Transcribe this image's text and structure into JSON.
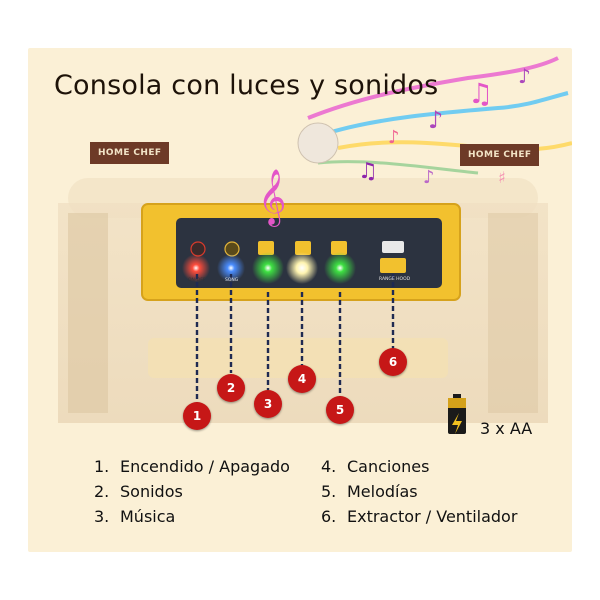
{
  "title": "Consola con luces y sonidos",
  "brand_left": "HOME CHEF",
  "brand_right": "HOME CHEF",
  "battery_label": "3 x AA",
  "console": {
    "on_off_label": "ON-OFF",
    "song_label": "SONG",
    "range_hood_label": "RANGE HOOD"
  },
  "markers": [
    "1",
    "2",
    "3",
    "4",
    "5",
    "6"
  ],
  "legend_left": [
    {
      "num": "1.",
      "label": "Encendido / Apagado"
    },
    {
      "num": "2.",
      "label": "Sonidos"
    },
    {
      "num": "3.",
      "label": "Música"
    }
  ],
  "legend_right": [
    {
      "num": "4.",
      "label": "Canciones"
    },
    {
      "num": "5.",
      "label": "Melodías"
    },
    {
      "num": "6.",
      "label": "Extractor / Ventilador"
    }
  ],
  "colors": {
    "background": "#fbf0d6",
    "console_body": "#f2c12e",
    "panel": "#2c3340",
    "marker": "#c61717",
    "light_red": "#ff3b30",
    "light_blue": "#3f8cff",
    "light_green": "#37d43a",
    "light_white": "#fff6c2"
  }
}
